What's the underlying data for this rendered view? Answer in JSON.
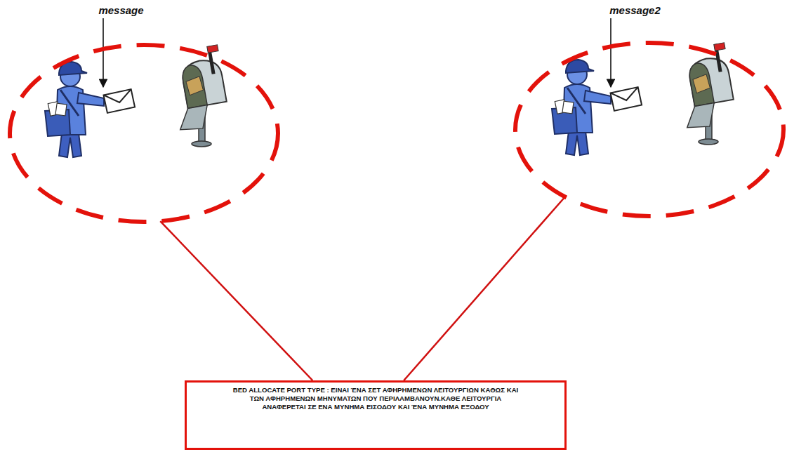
{
  "diagram": {
    "nodes": [
      {
        "text": [
          "message"
        ]
      },
      {
        "text": [
          "message2"
        ]
      },
      {
        "text": [
          "BED ALLOCATE PORT TYPE : ΕΙΝΑΙ ΈΝΑ ΣΕΤ ΑΦΗΡΗΜΕΝΩΝ ΛΕΙΤΟΥΡΓΙΩΝ ΚΑΘΩΣ ΚΑΙ ΤΩΝ ΑΦΗΡΗΜΕΝΩΝ ΜΗΝΥΜΑΤΩΝ ΠΟΥ ΠΕΡΙΛΑΜΒΑΝΟΥΝ.ΚΑΘΕ ΛΕΙΤΟΥΡΓΙΑ ΑΝΑΦΕΡΕΤΑΙ ΣΕ ΕΝΑ ΜΥΝΗΜΑ ΕΙΣΟΔΟΥ ΚΑΙ ΈΝΑ ΜΥΝΗΜΑ ΕΞΟΔΟΥ"
        ]
      }
    ],
    "edges": [
      {
        "from": 2,
        "to": 0,
        "arrow": "none"
      },
      {
        "from": 2,
        "to": 1,
        "arrow": "none"
      }
    ]
  }
}
